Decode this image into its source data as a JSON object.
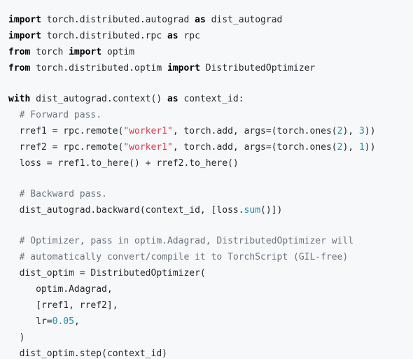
{
  "colors": {
    "background": "#f6f8fa",
    "text": "#24292e",
    "keyword": "#000000",
    "string": "#d73a49",
    "number": "#1f8fb3",
    "builtin": "#1f8fb3",
    "comment": "#6a737d"
  },
  "code": {
    "lines": [
      [
        {
          "t": "kw",
          "v": "import"
        },
        {
          "t": "plain",
          "v": " torch.distributed.autograd "
        },
        {
          "t": "kw",
          "v": "as"
        },
        {
          "t": "plain",
          "v": " dist_autograd"
        }
      ],
      [
        {
          "t": "kw",
          "v": "import"
        },
        {
          "t": "plain",
          "v": " torch.distributed.rpc "
        },
        {
          "t": "kw",
          "v": "as"
        },
        {
          "t": "plain",
          "v": " rpc"
        }
      ],
      [
        {
          "t": "kw",
          "v": "from"
        },
        {
          "t": "plain",
          "v": " torch "
        },
        {
          "t": "kw",
          "v": "import"
        },
        {
          "t": "plain",
          "v": " optim"
        }
      ],
      [
        {
          "t": "kw",
          "v": "from"
        },
        {
          "t": "plain",
          "v": " torch.distributed.optim "
        },
        {
          "t": "kw",
          "v": "import"
        },
        {
          "t": "plain",
          "v": " DistributedOptimizer"
        }
      ],
      [],
      [
        {
          "t": "kw",
          "v": "with"
        },
        {
          "t": "plain",
          "v": " dist_autograd.context() "
        },
        {
          "t": "kw",
          "v": "as"
        },
        {
          "t": "plain",
          "v": " context_id:"
        }
      ],
      [
        {
          "t": "com",
          "v": "  # Forward pass."
        }
      ],
      [
        {
          "t": "plain",
          "v": "  rref1 = rpc.remote("
        },
        {
          "t": "str",
          "v": "\"worker1\""
        },
        {
          "t": "plain",
          "v": ", torch.add, args=(torch.ones("
        },
        {
          "t": "num",
          "v": "2"
        },
        {
          "t": "plain",
          "v": "), "
        },
        {
          "t": "num",
          "v": "3"
        },
        {
          "t": "plain",
          "v": "))"
        }
      ],
      [
        {
          "t": "plain",
          "v": "  rref2 = rpc.remote("
        },
        {
          "t": "str",
          "v": "\"worker1\""
        },
        {
          "t": "plain",
          "v": ", torch.add, args=(torch.ones("
        },
        {
          "t": "num",
          "v": "2"
        },
        {
          "t": "plain",
          "v": "), "
        },
        {
          "t": "num",
          "v": "1"
        },
        {
          "t": "plain",
          "v": "))"
        }
      ],
      [
        {
          "t": "plain",
          "v": "  loss = rref1.to_here() + rref2.to_here()"
        }
      ],
      [],
      [
        {
          "t": "com",
          "v": "  # Backward pass."
        }
      ],
      [
        {
          "t": "plain",
          "v": "  dist_autograd.backward(context_id, [loss."
        },
        {
          "t": "fn",
          "v": "sum"
        },
        {
          "t": "plain",
          "v": "()])"
        }
      ],
      [],
      [
        {
          "t": "com",
          "v": "  # Optimizer, pass in optim.Adagrad, DistributedOptimizer will"
        }
      ],
      [
        {
          "t": "com",
          "v": "  # automatically convert/compile it to TorchScript (GIL-free)"
        }
      ],
      [
        {
          "t": "plain",
          "v": "  dist_optim = DistributedOptimizer("
        }
      ],
      [
        {
          "t": "plain",
          "v": "     optim.Adagrad,"
        }
      ],
      [
        {
          "t": "plain",
          "v": "     [rref1, rref2],"
        }
      ],
      [
        {
          "t": "plain",
          "v": "     lr="
        },
        {
          "t": "num",
          "v": "0.05"
        },
        {
          "t": "plain",
          "v": ","
        }
      ],
      [
        {
          "t": "plain",
          "v": "  )"
        }
      ],
      [
        {
          "t": "plain",
          "v": "  dist_optim.step(context_id)"
        }
      ]
    ]
  }
}
